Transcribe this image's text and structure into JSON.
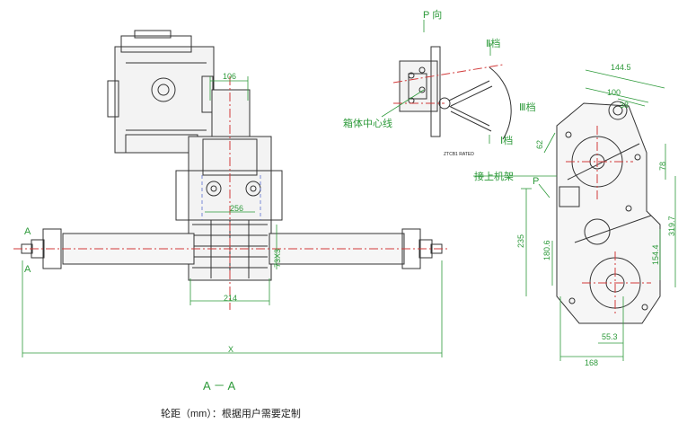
{
  "labels": {
    "p_view": "P 向",
    "gear2": "Ⅱ档",
    "gear3": "Ⅲ档",
    "gear1": "Ⅰ档",
    "box_center": "箱体中心线",
    "frame_connect": "接上机架",
    "p_mark": "P",
    "section_a_top": "A",
    "section_a_bottom": "A",
    "section_title": "A － A",
    "footnote": "轮距（mm）：根据用户需要定制",
    "plate_text": "ZTCB1 RATED"
  },
  "dims": {
    "d106": "106",
    "d256": "256",
    "d214": "214",
    "d73": "73X3",
    "dx": "X",
    "d144_5": "144.5",
    "d100": "100",
    "d38": "38",
    "d62": "62",
    "d78": "78",
    "d235": "235",
    "d180_6": "180.6",
    "d154_4": "154.4",
    "d319_7": "319.7",
    "d55_3": "55.3",
    "d168": "168"
  },
  "colors": {
    "line": "#333333",
    "dim": "#2d9a3a",
    "center": "#d23a3a",
    "hidden": "#5a6fd0"
  }
}
